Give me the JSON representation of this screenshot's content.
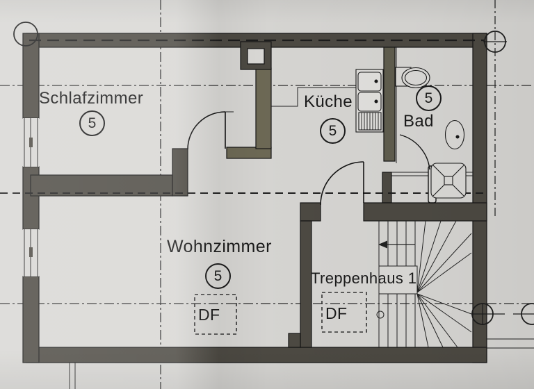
{
  "document_type": "floor-plan",
  "rooms": [
    {
      "id": "schlafzimmer",
      "name": "Schlafzimmer",
      "number": "5"
    },
    {
      "id": "kueche",
      "name": "Küche",
      "number": "5"
    },
    {
      "id": "bad",
      "name": "Bad",
      "number": "5"
    },
    {
      "id": "wohnzimmer",
      "name": "Wohnzimmer",
      "number": "5"
    },
    {
      "id": "treppenhaus",
      "name": "Treppenhaus 1"
    }
  ],
  "roof_windows": [
    {
      "label": "DF"
    },
    {
      "label": "DF"
    }
  ],
  "fixtures": [
    "kitchen-sink",
    "kitchen-drainer",
    "washbasin",
    "toilet",
    "shower",
    "winder-staircase",
    "stair-direction-arrow",
    "chimney",
    "door-schlafzimmer",
    "door-entry",
    "door-bad",
    "window-left-upper",
    "window-left-lower"
  ],
  "axis_markers": [
    "grid-circle-top-left",
    "grid-circle-top-right",
    "grid-circle-bottom-right-inner",
    "grid-circle-bottom-right-outer"
  ],
  "colors": {
    "paper": "#d8d7d4",
    "wall_dark": "#4d4a43",
    "wall_olive": "#6e6a56",
    "wall_olive_dark": "#615e4f",
    "line": "#161616"
  }
}
